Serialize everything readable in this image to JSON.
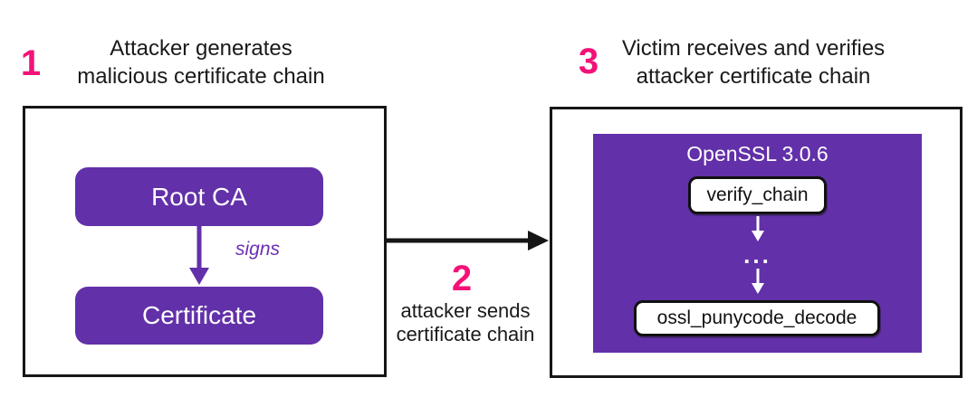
{
  "title": "OpenSSL malicious certificate chain attack flow",
  "colors": {
    "purple": "#6230a8",
    "pink": "#f31278",
    "line_black": "#161616",
    "white": "#ffffff"
  },
  "step1": {
    "number": "1",
    "caption_line1": "Attacker generates",
    "caption_line2": "malicious certificate chain"
  },
  "step2": {
    "number": "2",
    "caption_line1": "attacker sends",
    "caption_line2": "certificate chain"
  },
  "step3": {
    "number": "3",
    "caption_line1": "Victim receives and verifies",
    "caption_line2": "attacker certificate chain"
  },
  "attacker_panel": {
    "root_ca_label": "Root CA",
    "signs_label": "signs",
    "certificate_label": "Certificate"
  },
  "victim_panel": {
    "title": "OpenSSL 3.0.6",
    "verify_chain_label": "verify_chain",
    "ellipsis": "...",
    "punycode_label": "ossl_punycode_decode"
  }
}
